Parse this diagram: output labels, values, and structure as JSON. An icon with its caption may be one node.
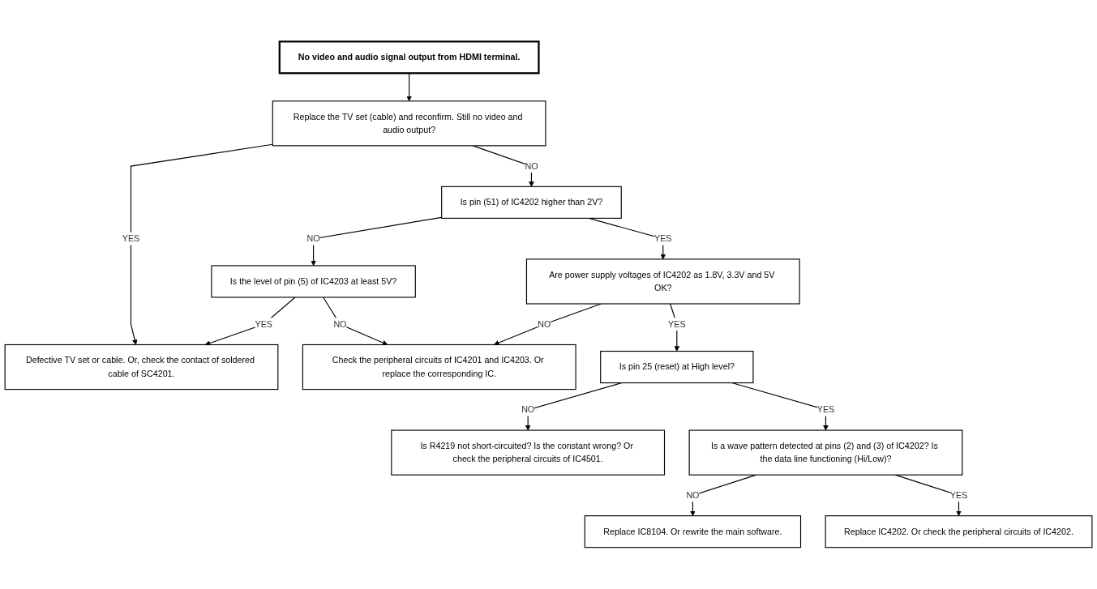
{
  "diagram": {
    "nodes": [
      {
        "text": [
          "No video and audio signal output from HDMI terminal."
        ]
      },
      {
        "text": [
          "Replace the TV set (cable) and reconfirm. Still no video and audio output?"
        ]
      },
      {
        "text": [
          "Defective TV set or cable. Or, check the contact of soldered cable of SC4201."
        ]
      },
      {
        "text": [
          "Is pin (51) of IC4202 higher than 2V?"
        ]
      },
      {
        "text": [
          "Is the level of pin (5) of IC4203 at least 5V?"
        ]
      },
      {
        "text": [
          "Are power supply voltages of IC4202 as 1.8V, 3.3V and 5V OK?"
        ]
      },
      {
        "text": [
          "Check the peripheral circuits of IC4201 and IC4203. Or replace the corresponding IC."
        ]
      },
      {
        "text": [
          "Is pin 25 (reset) at High level?"
        ]
      },
      {
        "text": [
          "Is R4219 not short-circuited? Is the constant wrong? Or check the peripheral circuits of IC4501."
        ]
      },
      {
        "text": [
          "Is a wave pattern detected at pins (2) and (3) of IC4202? Is the data line functioning (Hi/Low)?"
        ]
      },
      {
        "text": [
          "Replace IC8104. Or rewrite the main software."
        ]
      },
      {
        "text": [
          "Replace IC4202. Or check the peripheral circuits of IC4202."
        ]
      }
    ],
    "edges": [
      {
        "from": 0,
        "to": 1,
        "arrow": "to"
      },
      {
        "from": 1,
        "to": 2,
        "arrow": "to",
        "label": "YES"
      },
      {
        "from": 1,
        "to": 3,
        "arrow": "to",
        "label": "NO"
      },
      {
        "from": 3,
        "to": 4,
        "arrow": "to",
        "label": "NO"
      },
      {
        "from": 4,
        "to": 2,
        "arrow": "to",
        "label": "YES"
      },
      {
        "from": 4,
        "to": 6,
        "arrow": "to",
        "label": "NO"
      },
      {
        "from": 3,
        "to": 5,
        "arrow": "to",
        "label": "YES"
      },
      {
        "from": 5,
        "to": 6,
        "arrow": "to",
        "label": "NO"
      },
      {
        "from": 5,
        "to": 7,
        "arrow": "to",
        "label": "YES"
      },
      {
        "from": 7,
        "to": 8,
        "arrow": "to",
        "label": "NO"
      },
      {
        "from": 7,
        "to": 9,
        "arrow": "to",
        "label": "YES"
      },
      {
        "from": 9,
        "to": 10,
        "arrow": "to",
        "label": "NO"
      },
      {
        "from": 9,
        "to": 11,
        "arrow": "to",
        "label": "YES"
      }
    ]
  }
}
